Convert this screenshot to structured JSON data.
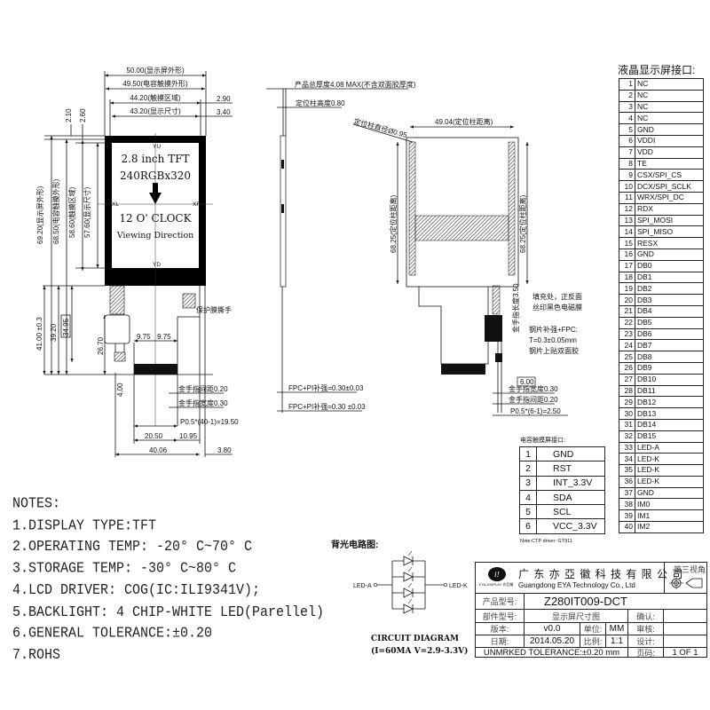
{
  "front_view": {
    "dims": {
      "w_outline": "50.00(显示屏外形)",
      "w_ctp": "49.50(电容触摸外形)",
      "w_touch": "44.20(触摸区域)",
      "w_display": "43.20(显示尺寸)",
      "right_290": "2.90",
      "right_340": "3.40",
      "top_210": "2.10",
      "top_260": "2.60",
      "h_outline": "69.20(显示屏外形)",
      "h_ctp": "68.50(电容触摸外形)",
      "h_touch": "58.60(触摸区域)",
      "h_display": "57.60(显示尺寸)",
      "fpc_4100": "41.00 ±0.3",
      "fpc_3920": "39.20",
      "fpc_3495": "34.95",
      "fpc_2670": "26.70",
      "fpc_400": "4.00",
      "fpc_975_l": "9.75",
      "fpc_975_r": "9.75",
      "fpc_2050": "20.50",
      "fpc_1095": "10.95",
      "fpc_4006": "40.06",
      "fpc_380": "3.80",
      "finger_gap": "金手指间距0.20",
      "finger_width": "金手指宽度0.30",
      "pitch": "P0.5*(40-1)=19.50",
      "tear_tab": "保护膜撕手"
    },
    "display_text": {
      "size": "2.8 inch TFT",
      "resolution": "240RGBx320",
      "clock": "12 O' CLOCK",
      "viewing": "Viewing Direction"
    },
    "axis": {
      "yu": "YU",
      "yd": "YD",
      "xl": "XL",
      "xr": "XR"
    }
  },
  "side_view": {
    "thickness": "产品总厚度4.08 MAX(不含双面胶厚度)",
    "post_height": "定位柱高度0.80",
    "fpc_pi_1": "FPC+PI补强=0.30±0.03",
    "fpc_pi_2": "FPC+PI补强=0.30 ±0.03"
  },
  "back_view": {
    "post_diameter": "定位柱直径Ø0.95",
    "post_distance_w": "49.04(定位柱距离)",
    "post_distance_h_left": "68.25(定位柱距离)",
    "post_distance_h_right": "68.25(定位柱距离)",
    "fill_note_1": "填充处，正反面",
    "fill_note_2": "丝印黑色电磁膜",
    "finger_length": "金手指长度3.50",
    "steel_1": "钢片补强+FPC:",
    "steel_2": "T=0.3±0.05mm",
    "steel_3": "钢片上贴双面胶",
    "dim_600": "6.00",
    "finger_width": "金手指宽度0.30",
    "finger_gap": "金手指间距0.20",
    "pitch": "P0.5*(6-1)=2.50"
  },
  "lcd_interface": {
    "title": "液晶显示屏接口:",
    "pins": [
      "NC",
      "NC",
      "NC",
      "NC",
      "GND",
      "VDDI",
      "VDD",
      "TE",
      "CSX/SPI_CS",
      "DCX/SPI_SCLK",
      "WRX/SPI_DC",
      "RDX",
      "SPI_MOSI",
      "SPI_MISO",
      "RESX",
      "GND",
      "DB0",
      "DB1",
      "DB2",
      "DB3",
      "DB4",
      "DB5",
      "DB6",
      "DB7",
      "DB8",
      "DB9",
      "DB10",
      "DB11",
      "DB12",
      "DB13",
      "DB14",
      "DB15",
      "LED-A",
      "LED-K",
      "LED-K",
      "LED-K",
      "GND",
      "IM0",
      "IM1",
      "IM2"
    ]
  },
  "ctp_interface": {
    "title": "电容触摸屏接口:",
    "pins": [
      "GND",
      "RST",
      "INT_3.3V",
      "SDA",
      "SCL",
      "VCC_3.3V"
    ],
    "note": "Note:CTP driver: GT911"
  },
  "backlight": {
    "title": "背光电路图:",
    "led_a": "LED-A",
    "led_k": "LED-K",
    "caption_1": "CIRCUIT DIAGRAM",
    "caption_2": "(I=60MA V=2.9-3.3V)",
    "led_count": 4
  },
  "notes": {
    "title": "NOTES:",
    "items": [
      "1.DISPLAY TYPE:TFT",
      "2.OPERATING TEMP: -20° C~70° C",
      "3.STORAGE TEMP: -30° C~80° C",
      "4.LCD DRIVER: COG(IC:ILI9341V);",
      "5.BACKLIGHT: 4 CHIP-WHITE LED(Parellel)",
      "6.GENERAL TOLERANCE:±0.20",
      "7.ROHS"
    ]
  },
  "title_block": {
    "logo_text": "EYA-DISPLAY 亦亞徽",
    "company_cn": "广 东 亦 亞 徽 科 技 有 限 公 司",
    "company_en": "Guangdong EYA  Technology Co., Ltd",
    "projection_label": "第三视角:",
    "product_label": "产品型号:",
    "product_value": "Z280IT009-DCT",
    "part_label": "部件型号:",
    "part_value": "显示屏尺寸图",
    "confirm_label": "确认:",
    "version_label": "版本:",
    "version_value": "v0.0",
    "unit_label": "单位:",
    "unit_value": "MM",
    "review_label": "审核:",
    "date_label": "日期:",
    "date_value": "2014.05.20",
    "scale_label": "比例:",
    "scale_value": "1:1",
    "design_label": "设计:",
    "tolerance": "UNMRKED  TOLERANCE:±0.20  mm",
    "page_label": "页码:",
    "page_value": "1  OF  1"
  }
}
